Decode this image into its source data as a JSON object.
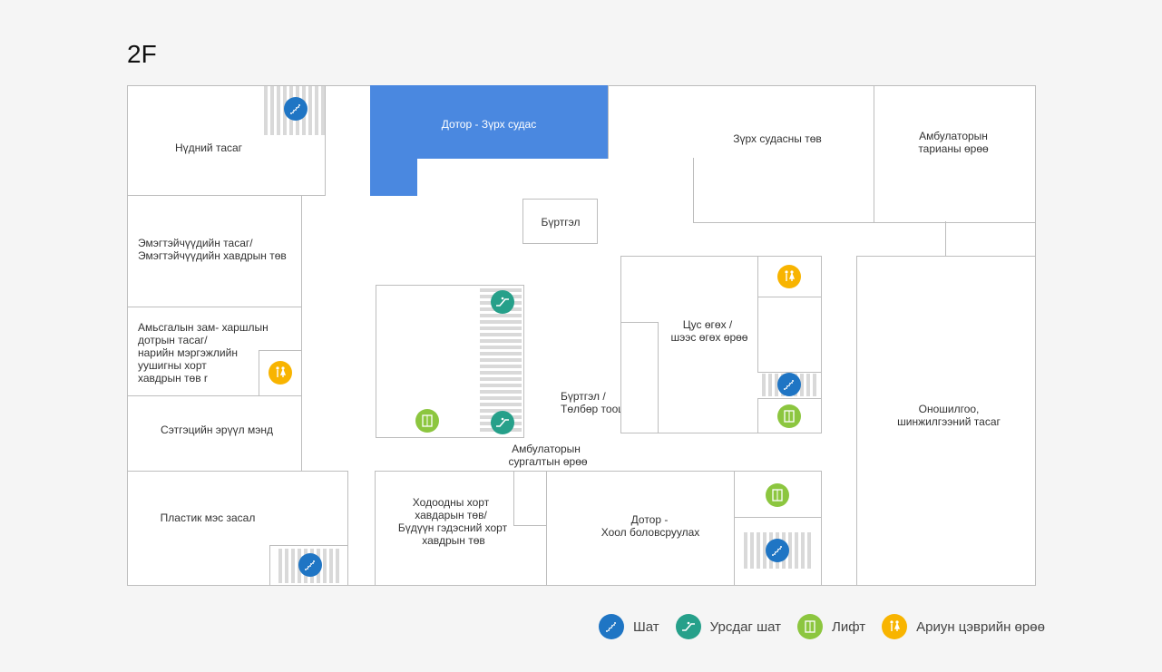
{
  "floor": "2F",
  "colors": {
    "stairs": "#1f75c4",
    "escalator": "#26a08a",
    "elevator": "#8cc63f",
    "restroom": "#f8b400",
    "highlight": "#4a88e0"
  },
  "rooms": {
    "eye": "Нүдний тасаг",
    "cardio_internal": "Дотор - Зүрх судас",
    "heart_center": "Зүрх судасны төв",
    "ambulatory_injection": [
      "Амбулаторын",
      "тарианы өрөө"
    ],
    "gyneco": [
      "Эмэгтэйчүүдийн тасаг/",
      "Эмэгтэйчүүдийн хавдрын төв"
    ],
    "registration": "Бүртгэл",
    "respiratory": [
      "Амьсгалын зам- харшлын",
      "дотрын тасаг/",
      "нарийн мэргэжлийн",
      "уушигны хорт",
      "хавдрын төв r"
    ],
    "blood": [
      "Цус өгөх /",
      "шээс өгөх өрөө"
    ],
    "registration_payment": [
      "Бүртгэл /",
      "Төлбөр тооцоо"
    ],
    "mental": "Сэтгэцийн эрүүл мэнд",
    "diagnosis": [
      "Оношилгоо,",
      "шинжилгээний тасаг"
    ],
    "training": [
      "Амбулаторын",
      "сургалтын өрөө"
    ],
    "plastic": "Пластик мэс засал",
    "gastro": [
      "Ходоодны хорт",
      "хавдарын төв/",
      "Бүдүүн гэдэсний хорт",
      "хавдрын төв"
    ],
    "digestive": [
      "Дотор -",
      "Хоол боловсруулах"
    ]
  },
  "legend": [
    {
      "icon": "stairs-icon",
      "label": "Шат"
    },
    {
      "icon": "escalator-icon",
      "label": "Урсдаг шат"
    },
    {
      "icon": "elevator-icon",
      "label": "Лифт"
    },
    {
      "icon": "restroom-icon",
      "label": "Ариун цэврийн өрөө"
    }
  ]
}
